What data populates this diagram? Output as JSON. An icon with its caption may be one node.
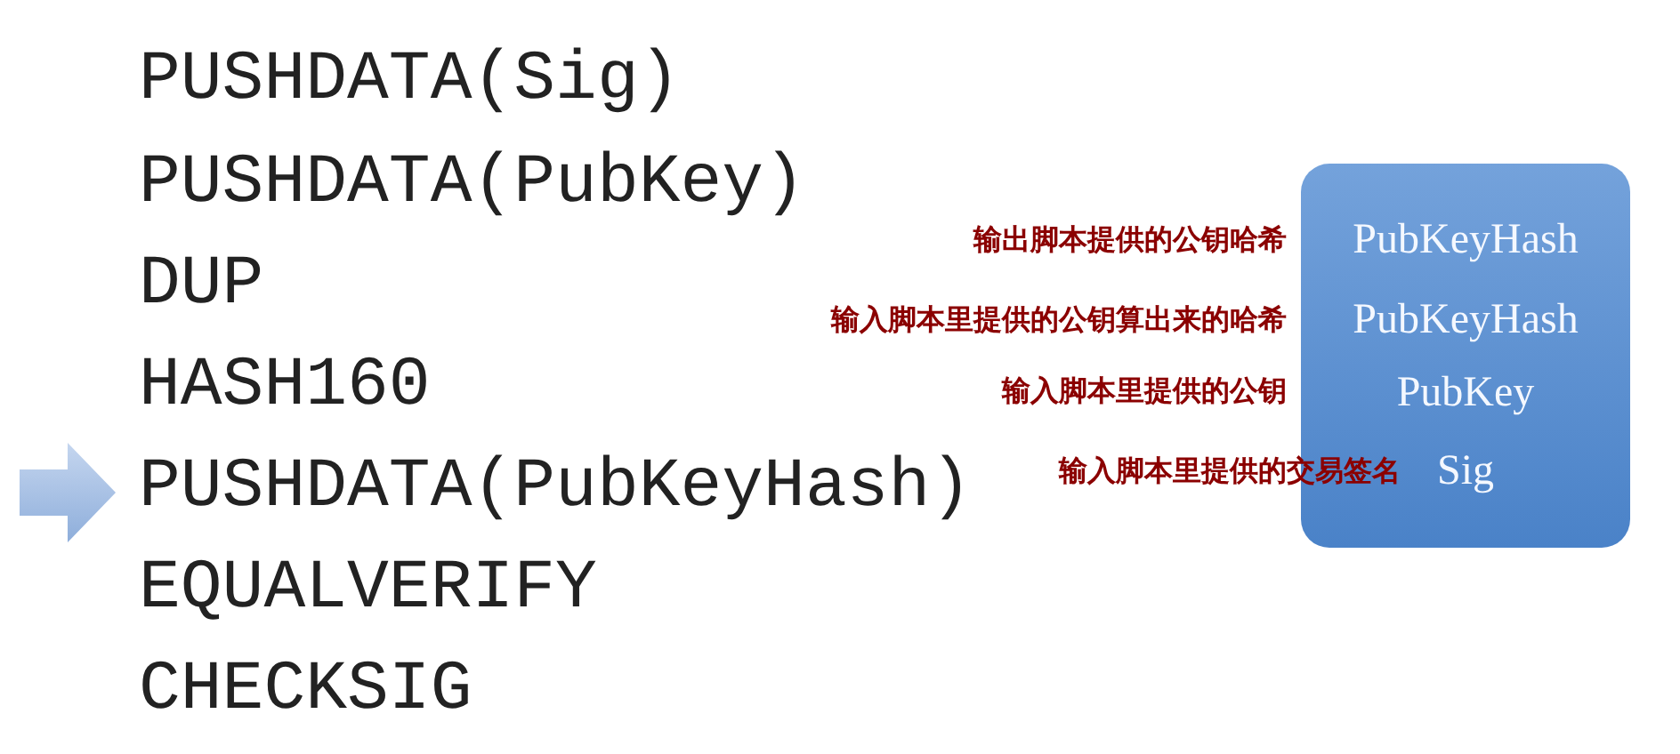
{
  "diagram": {
    "nodes": [
      {
        "text": [],
        "shape": "box"
      },
      {
        "text": [
          "PubKeyHash"
        ],
        "in": 0,
        "beside": [
          "输出脚本提供的公钥哈希"
        ]
      },
      {
        "text": [
          "PubKeyHash"
        ],
        "in": 0,
        "beside": [
          "输入脚本里提供的公钥算出来的哈希"
        ]
      },
      {
        "text": [
          "PubKey"
        ],
        "in": 0,
        "beside": [
          "输入脚本里提供的公钥"
        ]
      },
      {
        "text": [
          "Sig"
        ],
        "in": 0,
        "beside": [
          "输入脚本里提供的交易签名"
        ]
      }
    ],
    "labels": [
      "PUSHDATA(Sig)",
      "PUSHDATA(PubKey)",
      "DUP",
      "HASH160",
      "PUSHDATA(PubKeyHash)",
      "EQUALVERIFY",
      "CHECKSIG"
    ]
  }
}
